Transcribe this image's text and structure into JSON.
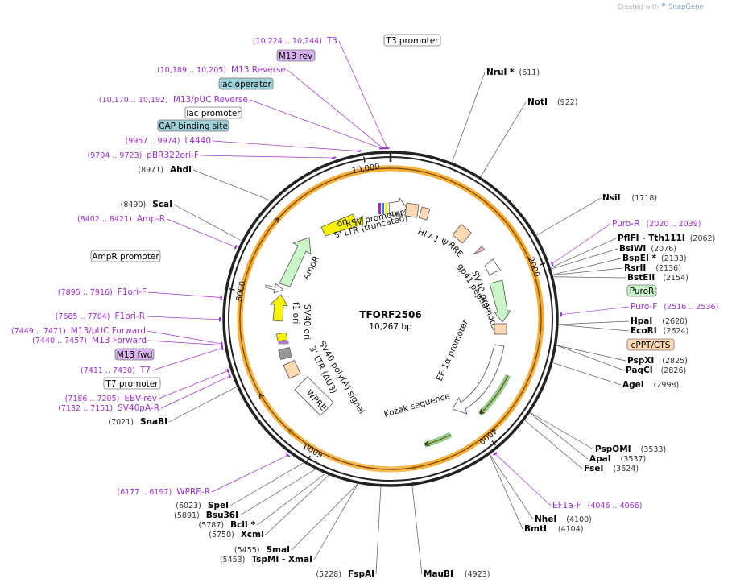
{
  "credit": {
    "prefix": "Created with",
    "brand": "SnapGene"
  },
  "plasmid": {
    "name": "TFORF2506",
    "length": "10,267 bp",
    "total": 10267
  },
  "colors": {
    "primer": "#9b2fcf",
    "site_line": "#555555",
    "orange_feature": "#f5a623",
    "green_feature": "#39a82e",
    "ori": "#f7f300",
    "ampR": "#c9f5c9",
    "promoter_box": "#ffd9b3"
  },
  "ticks": [
    {
      "label": "2000",
      "pos": 2000
    },
    {
      "label": "4000",
      "pos": 4000
    },
    {
      "label": "6000",
      "pos": 6000
    },
    {
      "label": "8000",
      "pos": 8000
    },
    {
      "label": "10,000",
      "pos": 10000
    }
  ],
  "sites_right": [
    {
      "name": "NruI *",
      "num": "(611)",
      "pos": 611
    },
    {
      "name": "NotI",
      "num": "(922)",
      "pos": 922
    },
    {
      "name": "NsiI",
      "num": "(1718)",
      "pos": 1718
    },
    {
      "name": "PflFI - Tth111I",
      "num": "(2062)",
      "pos": 2062
    },
    {
      "name": "BsiWI",
      "num": "(2076)",
      "pos": 2076
    },
    {
      "name": "BspEI *",
      "num": "(2133)",
      "pos": 2133
    },
    {
      "name": "RsrII",
      "num": "(2136)",
      "pos": 2136
    },
    {
      "name": "BstEII",
      "num": "(2154)",
      "pos": 2154
    },
    {
      "name": "HpaI",
      "num": "(2620)",
      "pos": 2620
    },
    {
      "name": "EcoRI",
      "num": "(2624)",
      "pos": 2624
    },
    {
      "name": "PspXI",
      "num": "(2825)",
      "pos": 2825
    },
    {
      "name": "PaqCI",
      "num": "(2826)",
      "pos": 2826
    },
    {
      "name": "AgeI",
      "num": "(2998)",
      "pos": 2998
    },
    {
      "name": "PspOMI",
      "num": "(3533)",
      "pos": 3533
    },
    {
      "name": "ApaI",
      "num": "(3537)",
      "pos": 3537
    },
    {
      "name": "FseI",
      "num": "(3624)",
      "pos": 3624
    },
    {
      "name": "NheI",
      "num": "(4100)",
      "pos": 4100
    },
    {
      "name": "BmtI",
      "num": "(4104)",
      "pos": 4104
    },
    {
      "name": "MauBI",
      "num": "(4923)",
      "pos": 4923
    }
  ],
  "sites_left": [
    {
      "name": "FspAI",
      "num": "(5228)",
      "pos": 5228
    },
    {
      "name": "SmaI",
      "num": "(5455)",
      "pos": 5455
    },
    {
      "name": "TspMI - XmaI",
      "num": "(5453)",
      "pos": 5453
    },
    {
      "name": "XcmI",
      "num": "(5750)",
      "pos": 5750
    },
    {
      "name": "BclI *",
      "num": "(5787)",
      "pos": 5787
    },
    {
      "name": "Bsu36I",
      "num": "(5891)",
      "pos": 5891
    },
    {
      "name": "SpeI",
      "num": "(6023)",
      "pos": 6023
    },
    {
      "name": "SnaBI",
      "num": "(7021)",
      "pos": 7021
    },
    {
      "name": "ScaI",
      "num": "(8490)",
      "pos": 8490
    },
    {
      "name": "AhdI",
      "num": "(8971)",
      "pos": 8971
    }
  ],
  "primers": [
    {
      "name": "T3",
      "range": "(10,224 .. 10,244)",
      "pos": 10234
    },
    {
      "name": "M13 Reverse",
      "range": "(10,189 .. 10,205)",
      "pos": 10197
    },
    {
      "name": "M13/pUC Reverse",
      "range": "(10,170 .. 10,192)",
      "pos": 10181
    },
    {
      "name": "L4440",
      "range": "(9957 .. 9974)",
      "pos": 9965
    },
    {
      "name": "pBR322ori-F",
      "range": "(9704 .. 9723)",
      "pos": 9713
    },
    {
      "name": "Amp-R",
      "range": "(8402 .. 8421)",
      "pos": 8411
    },
    {
      "name": "F1ori-F",
      "range": "(7895 .. 7916)",
      "pos": 7905
    },
    {
      "name": "F1ori-R",
      "range": "(7685 .. 7704)",
      "pos": 7694
    },
    {
      "name": "M13/pUC Forward",
      "range": "(7449 .. 7471)",
      "pos": 7460
    },
    {
      "name": "M13 Forward",
      "range": "(7440 .. 7457)",
      "pos": 7448
    },
    {
      "name": "T7",
      "range": "(7411 .. 7430)",
      "pos": 7420
    },
    {
      "name": "EBV-rev",
      "range": "(7186 .. 7205)",
      "pos": 7195
    },
    {
      "name": "SV40pA-R",
      "range": "(7132 .. 7151)",
      "pos": 7141
    },
    {
      "name": "WPRE-R",
      "range": "(6177 .. 6197)",
      "pos": 6187
    },
    {
      "name": "Puro-R",
      "range": "(2020 .. 2039)",
      "pos": 2030
    },
    {
      "name": "Puro-F",
      "range": "(2516 .. 2536)",
      "pos": 2526
    },
    {
      "name": "EF1a-F",
      "range": "(4046 .. 4066)",
      "pos": 4056
    }
  ],
  "boxed_features": [
    {
      "name": "T3 promoter"
    },
    {
      "name": "M13 rev"
    },
    {
      "name": "lac operator"
    },
    {
      "name": "lac promoter"
    },
    {
      "name": "CAP binding site"
    },
    {
      "name": "AmpR promoter"
    },
    {
      "name": "M13 fwd"
    },
    {
      "name": "T7 promoter"
    },
    {
      "name": "PuroR"
    },
    {
      "name": "cPPT/CTS"
    }
  ],
  "inner_labels": {
    "rsv": "RSV promoter",
    "ltr5": "5' LTR (truncated)",
    "hiv": "HIV-1 Ψ",
    "rre": "RRE",
    "gp41": "gp41 peptide",
    "sv40p": "SV40 promoter",
    "ef1a": "EF-1α promoter",
    "kozak": "Kozak sequence",
    "wpre": "WPRE",
    "ltr3": "3' LTR (ΔU3)",
    "sv40pa": "SV40 poly(A) signal",
    "sv40ori": "SV40 ori",
    "f1ori": "f1 ori",
    "ampr": "AmpR",
    "ori": "ori"
  }
}
